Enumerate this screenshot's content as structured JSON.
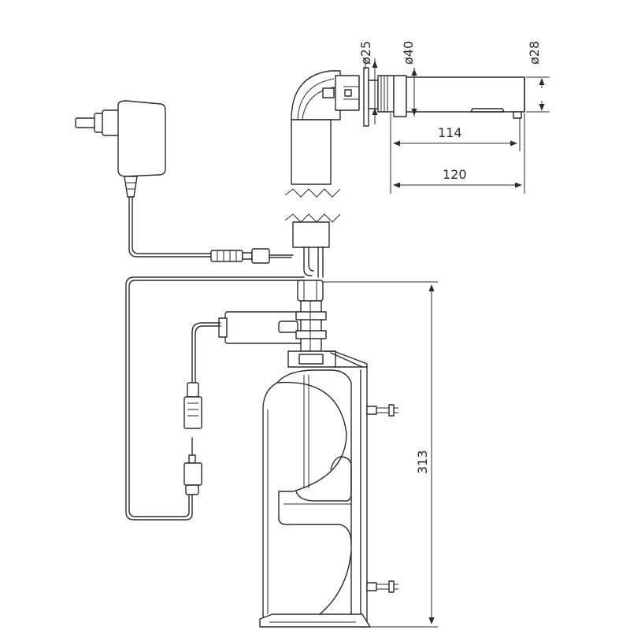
{
  "dimensions": {
    "spout_diameter_inlet": "ø25",
    "spout_diameter_flange": "ø40",
    "spout_diameter_outlet": "ø28",
    "spout_length_short": "114",
    "spout_length_total": "120",
    "tank_height": "313"
  }
}
